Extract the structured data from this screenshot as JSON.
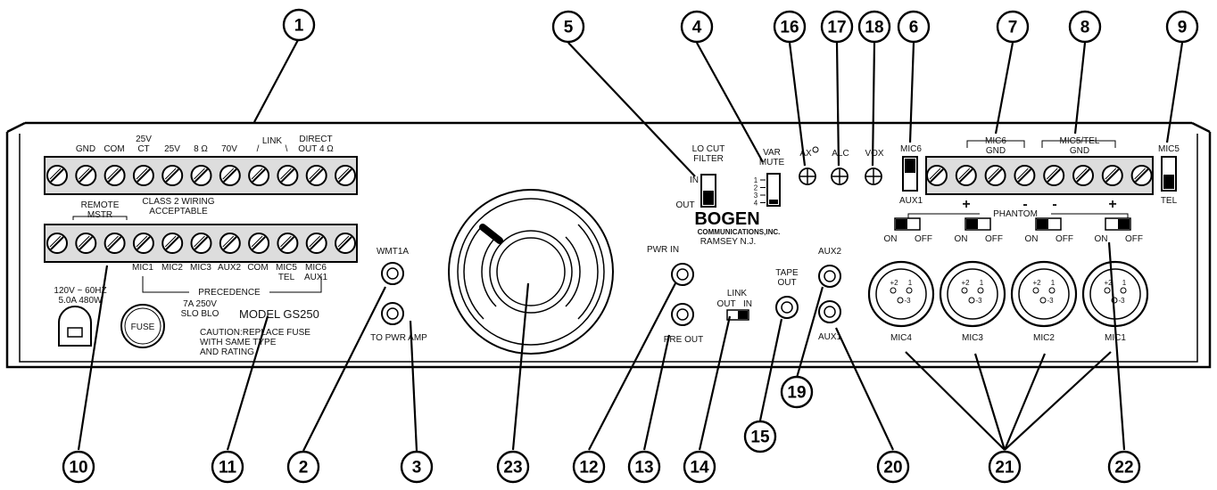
{
  "terminals_top_labels": [
    "GND",
    "COM",
    "25V\nCT",
    "25V",
    "8 Ω",
    "70V",
    "/",
    "\\",
    "DIRECT\nOUT 4 Ω"
  ],
  "link_label": "LINK",
  "class2_label": "CLASS 2 WIRING\nACCEPTABLE",
  "remote_mstr_label": "REMOTE\nMSTR",
  "terminals_bottom_labels": [
    "MIC1",
    "MIC2",
    "MIC3",
    "AUX2",
    "COM",
    "MIC5\nTEL",
    "MIC6\nAUX1"
  ],
  "precedence_label": "PRECEDENCE",
  "power_label": "120V ~ 60HZ\n5.0A 480W",
  "fuse_label": "FUSE",
  "fuse_rating": "7A 250V\nSLO BLO",
  "model_label": "MODEL GS250",
  "caution_label": "CAUTION:REPLACE FUSE\nWITH SAME TYPE\nAND RATING",
  "wmt_label": "WMT1A",
  "to_pwr_amp_label": "TO PWR AMP",
  "pwr_in_label": "PWR IN",
  "pre_out_label": "PRE OUT",
  "link_switch_label": "LINK",
  "link_switch_out": "OUT",
  "link_switch_in": "IN",
  "tape_out_label": "TAPE\nOUT",
  "aux2_label": "AUX2",
  "aux1_label": "AUX1",
  "lo_cut_label": "LO CUT\nFILTER",
  "lo_cut_in": "IN",
  "lo_cut_out": "OUT",
  "var_mute_label": "VAR\nMUTE",
  "var_mute_ticks": [
    "1",
    "2",
    "3",
    "4"
  ],
  "brand_name": "BOGEN",
  "brand_sub": "COMMUNICATIONS,INC.",
  "brand_city": "RAMSEY N.J.",
  "ax_label": "AX",
  "alc_label": "ALC",
  "vox_label": "VOX",
  "mic6_switch_top": "MIC6",
  "mic6_switch_bottom": "AUX1",
  "mic6_gnd_label": "MIC6\nGND",
  "mic5tel_gnd_label": "MIC5/TEL\nGND",
  "polarity_signs": [
    "+",
    "-",
    "-",
    "+"
  ],
  "mic5_switch_top": "MIC5",
  "mic5_switch_bottom": "TEL",
  "phantom_label": "PHANTOM",
  "phantom_on": "ON",
  "phantom_off": "OFF",
  "xlr_pins": [
    "+2",
    "1",
    "-3"
  ],
  "mic_labels": [
    "MIC4",
    "MIC3",
    "MIC2",
    "MIC1"
  ],
  "callout_numbers": [
    "1",
    "2",
    "3",
    "4",
    "5",
    "6",
    "7",
    "8",
    "9",
    "10",
    "11",
    "12",
    "13",
    "14",
    "15",
    "16",
    "17",
    "18",
    "19",
    "20",
    "21",
    "22",
    "23"
  ]
}
